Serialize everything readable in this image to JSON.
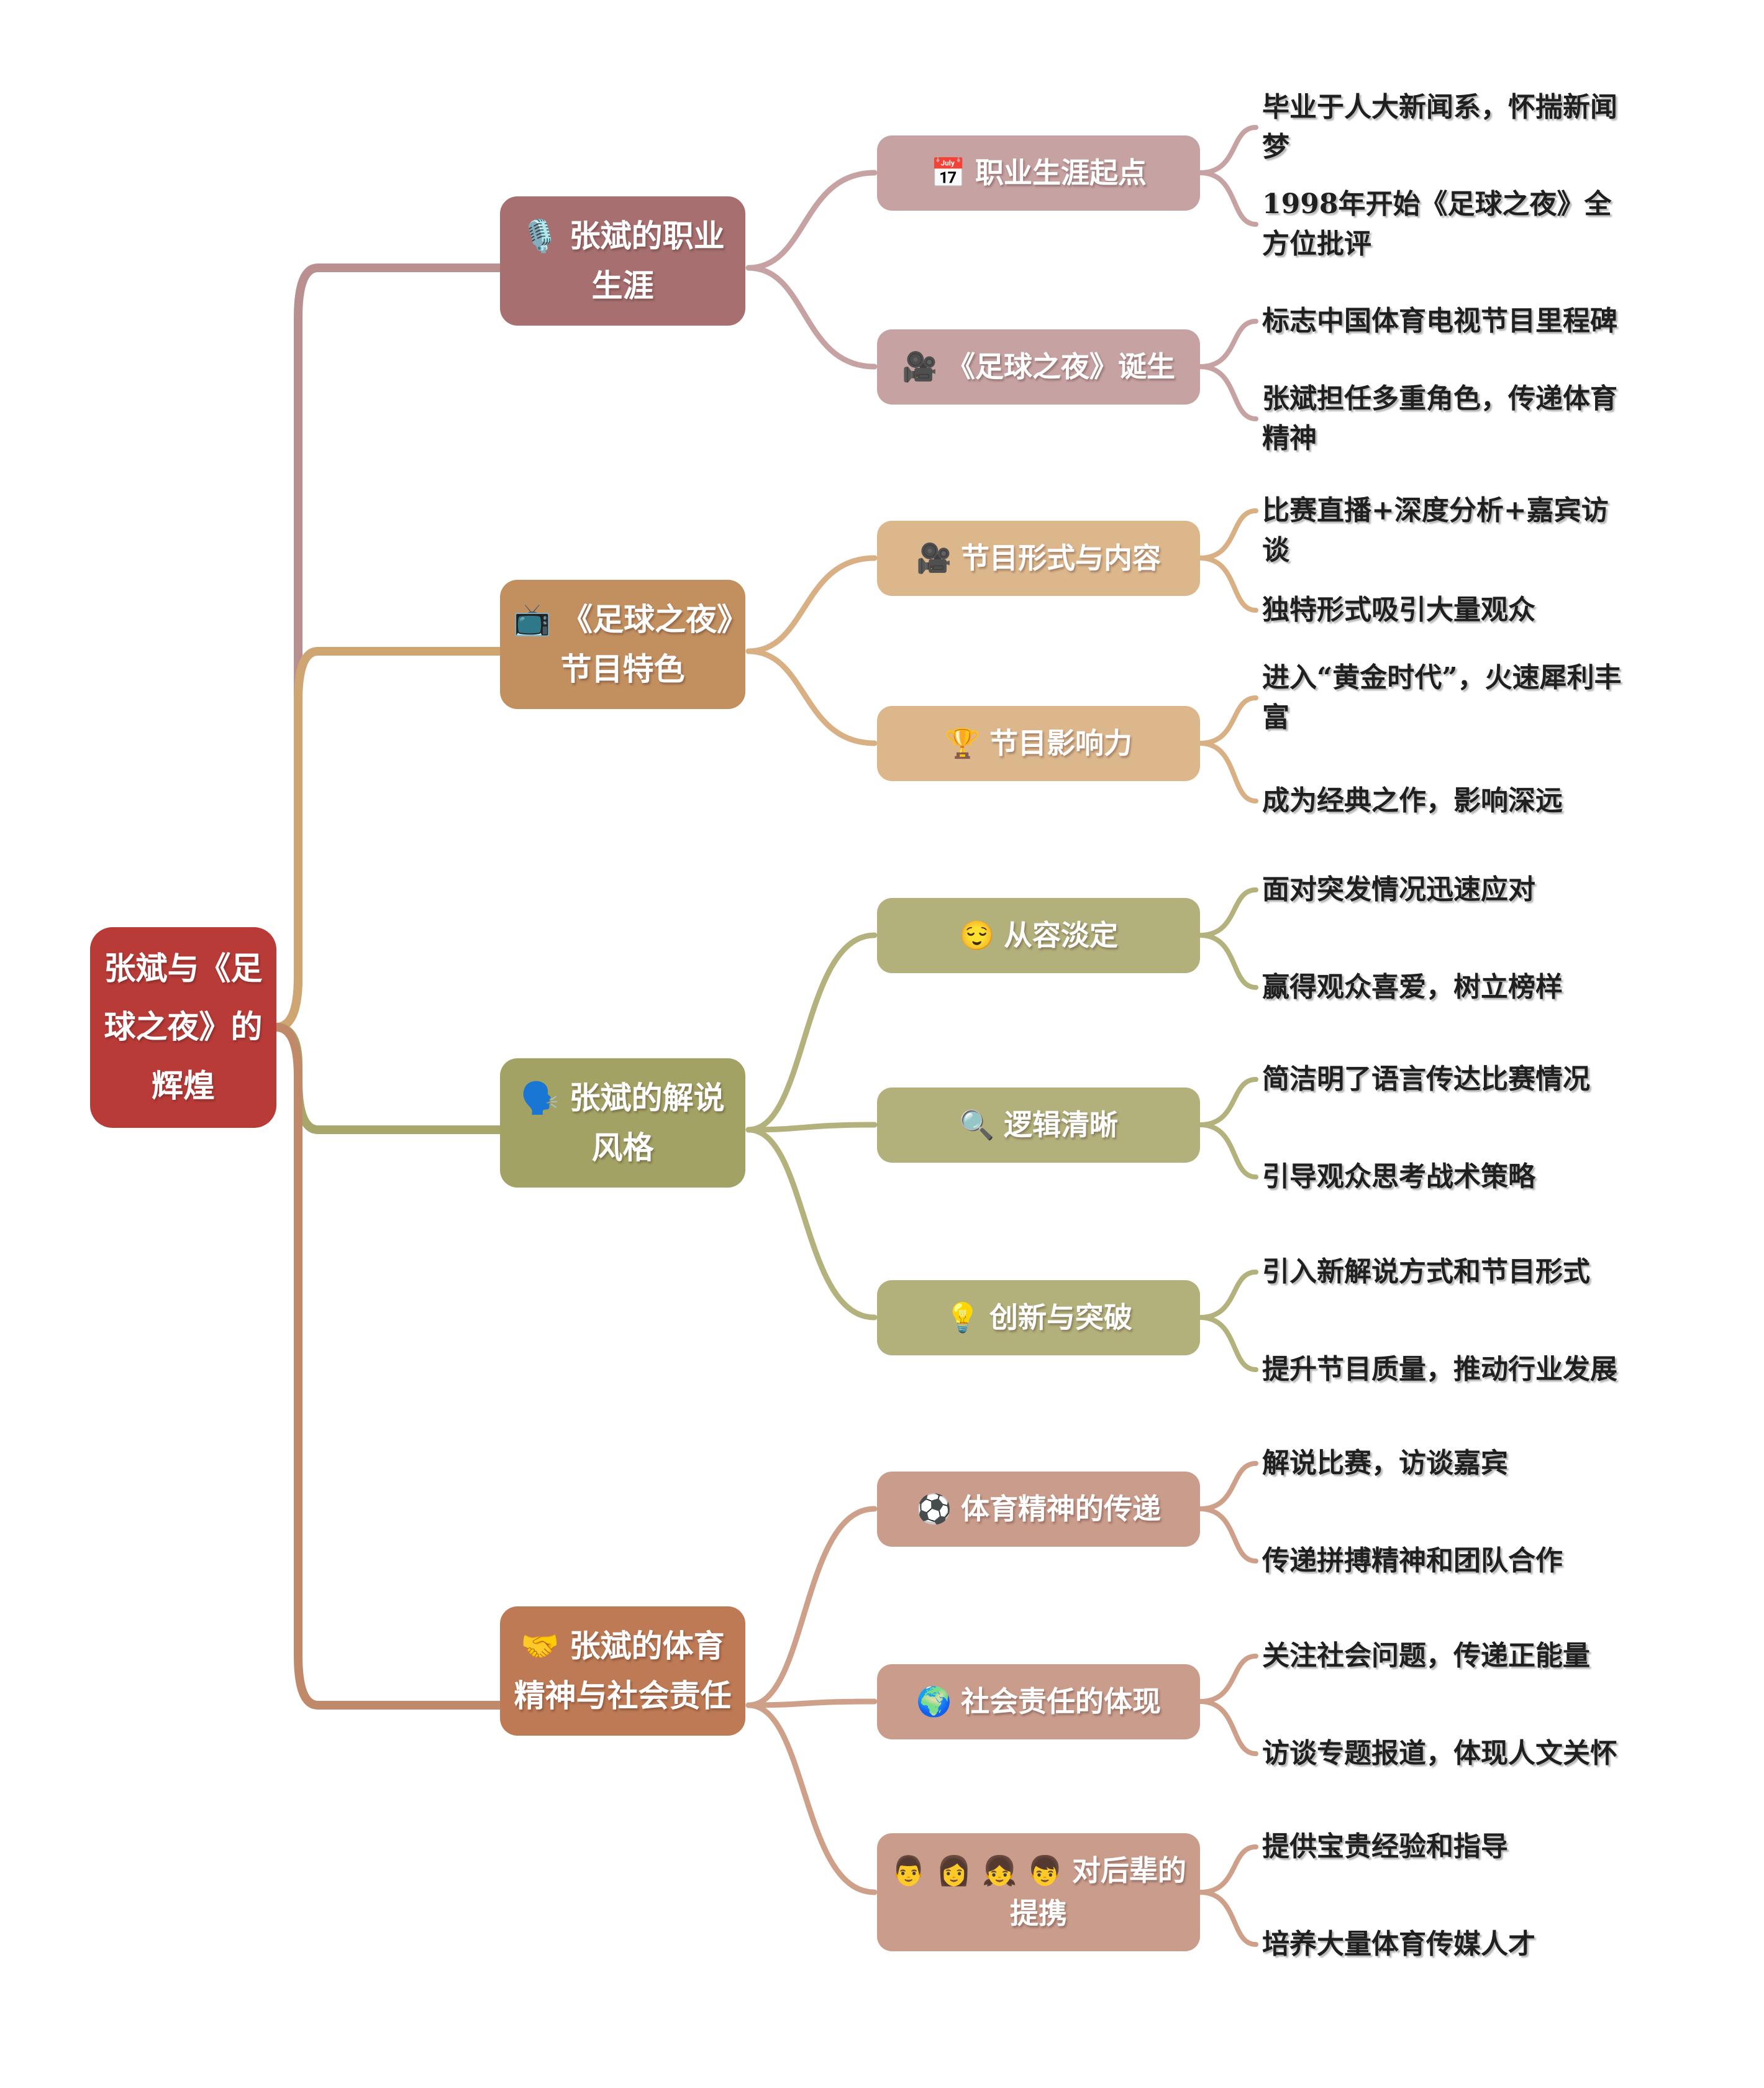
{
  "title": "张斌与《足球之夜》的辉煌",
  "palette": {
    "root_fill": "#b93b38",
    "branch1_fill": "#a76f6f",
    "branch1_sub_fill": "#c7a2a2",
    "branch1_line": "#b98f8f",
    "branch2_fill": "#c28f5f",
    "branch2_sub_fill": "#ddb78c",
    "branch2_line": "#cfa571",
    "branch3_fill": "#a2a264",
    "branch3_sub_fill": "#b2b07b",
    "branch3_line": "#a8a76b",
    "branch4_fill": "#bd7a54",
    "branch4_sub_fill": "#c99c8b",
    "bran4_line": "#c08969",
    "node_text": "#ffffff",
    "leaf_text": "#1f1f1f"
  },
  "root": {
    "label": "张斌与《足球之夜》的辉煌"
  },
  "branches": [
    {
      "icon": "🎙️",
      "icon_name": "studio-microphone-icon",
      "label": "张斌的职业生涯",
      "children": [
        {
          "icon": "📅",
          "icon_name": "calendar-icon",
          "label": "职业生涯起点",
          "leaves": [
            "毕业于人大新闻系，怀揣新闻梦",
            "1998年开始《足球之夜》全方位批评"
          ]
        },
        {
          "icon": "🎥",
          "icon_name": "movie-camera-icon",
          "label": "《足球之夜》诞生",
          "leaves": [
            "标志中国体育电视节目里程碑",
            "张斌担任多重角色，传递体育精神"
          ]
        }
      ]
    },
    {
      "icon": "📺",
      "icon_name": "television-icon",
      "label": "《足球之夜》节目特色",
      "children": [
        {
          "icon": "🎥",
          "icon_name": "movie-camera-icon",
          "label": "节目形式与内容",
          "leaves": [
            "比赛直播+深度分析+嘉宾访谈",
            "独特形式吸引大量观众"
          ]
        },
        {
          "icon": "🏆",
          "icon_name": "trophy-icon",
          "label": "节目影响力",
          "leaves": [
            "进入“黄金时代”，火速犀利丰富",
            "成为经典之作，影响深远"
          ]
        }
      ]
    },
    {
      "icon": "🗣️",
      "icon_name": "speaking-head-icon",
      "label": "张斌的解说风格",
      "children": [
        {
          "icon": "😌",
          "icon_name": "relieved-face-icon",
          "label": "从容淡定",
          "leaves": [
            "面对突发情况迅速应对",
            "赢得观众喜爱，树立榜样"
          ]
        },
        {
          "icon": "🔍",
          "icon_name": "magnifying-glass-icon",
          "label": "逻辑清晰",
          "leaves": [
            "简洁明了语言传达比赛情况",
            "引导观众思考战术策略"
          ]
        },
        {
          "icon": "💡",
          "icon_name": "light-bulb-icon",
          "label": "创新与突破",
          "leaves": [
            "引入新解说方式和节目形式",
            "提升节目质量，推动行业发展"
          ]
        }
      ]
    },
    {
      "icon": "🤝",
      "icon_name": "handshake-icon",
      "label": "张斌的体育精神与社会责任",
      "children": [
        {
          "icon": "⚽",
          "icon_name": "soccer-ball-icon",
          "label": "体育精神的传递",
          "leaves": [
            "解说比赛，访谈嘉宾",
            "传递拼搏精神和团队合作"
          ]
        },
        {
          "icon": "🌍",
          "icon_name": "globe-icon",
          "label": "社会责任的体现",
          "leaves": [
            "关注社会问题，传递正能量",
            "访谈专题报道，体现人文关怀"
          ]
        },
        {
          "icon": "👨 👩 👧 👦",
          "icon_name": "people-icons",
          "label": "对后辈的提携",
          "leaves": [
            "提供宝贵经验和指导",
            "培养大量体育传媒人才"
          ]
        }
      ]
    }
  ]
}
